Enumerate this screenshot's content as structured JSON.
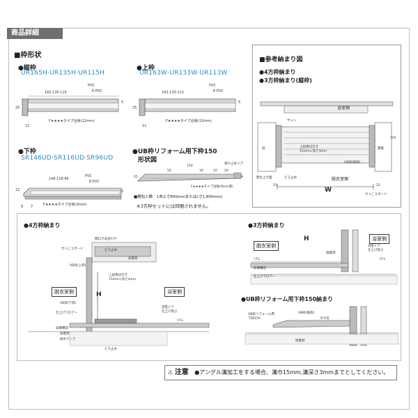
{
  "header": {
    "title": "商品詳細"
  },
  "frame_shape": {
    "title": "■枠形状",
    "vertical": {
      "label": "●縦枠",
      "code": "UR165H·UR135H·UR115H",
      "dims": "165·135·115",
      "pvc": "PVC",
      "epvc": "E-PVC",
      "h25": "25",
      "w12": "12",
      "five": "5",
      "note": "F★★★★タイプ合板(12mm)"
    },
    "top": {
      "label": "●上枠",
      "code": "UR163W·UR133W·UR113W",
      "dims": "163·133·113",
      "pvc": "PVC",
      "epvc": "E-PVC",
      "h25": "25",
      "w12": "12",
      "five": "5",
      "note": "F★★★★タイプ合板(12mm)"
    },
    "bottom": {
      "label": "●下枠",
      "code": "SR146UD·SR116UD·SR96UD",
      "dims": "146·116·96",
      "pvc": "PVC",
      "epvc": "E-PVC",
      "h12": "12",
      "six": "6",
      "seven": "7",
      "five": "5",
      "note": "F★★★★タイプ合板(9mm)"
    },
    "ub": {
      "label": "●UB枠リフォーム用下枠150",
      "label2": "形状図",
      "d150": "150",
      "d50": "50",
      "d30": "30",
      "d10": "10",
      "d20": "20",
      "d9": "9",
      "d25": "25",
      "d12": "12",
      "slip": "滑り止めリブ",
      "ply": "F★★★★タイプ合板(9mm厚)",
      "pack": "■梱包入数　1本(L寸800mmまたはL寸1,800mm)",
      "notice": "※3方枠セットには同梱されません。"
    }
  },
  "reference": {
    "title": "■参考納まり図",
    "four": "●4方枠納まり",
    "three_v": "●3方枠納まり(縦枠)",
    "bath": "浴室側",
    "dress": "脱衣室側",
    "pillar": "柱",
    "hinge": "開框",
    "sash": "サッシ",
    "ub_v": "UB枠(縦枠)",
    "groove": "上枠用切欠き",
    "groove2": "15mm×深さ3mm",
    "screw": "ビス止め",
    "wall": "壁仕上げ面",
    "board": "せっこうボード",
    "width": "W",
    "d25": "25",
    "d25b": "25",
    "d105": "105"
  },
  "four_detail": {
    "title": "●4方枠納まり",
    "opening": "開口寸法合わせ",
    "board": "せっこうボード",
    "screw": "ビス止め",
    "adhesive": "接着剤",
    "ub_top": "UB枠(上枠)",
    "cut": "上枠用切欠き",
    "cut2": "15mm×深さ3mm",
    "H": "H",
    "dress": "脱衣室側",
    "bath": "浴室側",
    "ub_bottom": "UB枠(下枠)",
    "finish_floor": "仕上げフロアー",
    "base": "床鋼構造",
    "adhesive2": "接着剤",
    "tape": "防水テープ",
    "screw2": "ビス止め",
    "fl": "▽F.L",
    "door": "浴室ドア",
    "door2": "仕上げ高さ"
  },
  "three_detail": {
    "title": "●3方枠納まり",
    "H": "H",
    "dress": "脱衣室側",
    "bath": "浴室側",
    "door": "浴室ドア",
    "door2": "仕上げ高さ",
    "adhesive": "接着剤",
    "fl": "▽F.L",
    "fl2": "▽F.L",
    "base": "床鋼構造",
    "finish": "仕上げフロアー"
  },
  "ub_detail": {
    "title": "●UB枠リフォーム用下枠150納まり",
    "ub_v": "UB枠(縦枠)",
    "d": "D寸法",
    "reform": "UB枠リフォーム用",
    "reform2": "下枠150",
    "adhesive": "接着剤"
  },
  "note": {
    "title": "注意",
    "text": "●アングル溝加工をする場合、溝巾15mm,溝深さ3mmまでとしてください。"
  },
  "colors": {
    "code_blue": "#2a8bc0",
    "header_gray": "#6f6f6f",
    "panel_gray": "#cfcfcf"
  }
}
